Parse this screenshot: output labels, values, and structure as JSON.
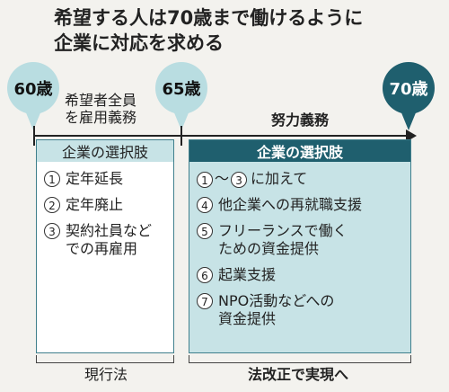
{
  "title": {
    "line1": "希望する人は70歳まで働けるように",
    "line2": "企業に対応を求める"
  },
  "milestones": {
    "age60": "60歳",
    "age65": "65歳",
    "age70": "70歳"
  },
  "phase1_note": {
    "line1": "希望者全員",
    "line2": "を雇用義務"
  },
  "phase2_note": "努力義務",
  "current_box": {
    "header": "企業の選択肢",
    "items": [
      {
        "num": "1",
        "lines": [
          "定年延長"
        ]
      },
      {
        "num": "2",
        "lines": [
          "定年廃止"
        ]
      },
      {
        "num": "3",
        "lines": [
          "契約社員など",
          "での再雇用"
        ]
      }
    ]
  },
  "future_box": {
    "header": "企業の選択肢",
    "first": {
      "from": "1",
      "sep": "〜",
      "to": "3",
      "text": "に加えて"
    },
    "items": [
      {
        "num": "4",
        "lines": [
          "他企業への再就職支援"
        ]
      },
      {
        "num": "5",
        "lines": [
          "フリーランスで働く",
          "ための資金提供"
        ]
      },
      {
        "num": "6",
        "lines": [
          "起業支援"
        ]
      },
      {
        "num": "7",
        "lines": [
          "NPO活動などへの",
          "資金提供"
        ]
      }
    ]
  },
  "footer": {
    "current": "現行法",
    "future": "法改正で実現へ"
  },
  "colors": {
    "light_teal": "#c7e3e6",
    "dark_teal": "#1f5f6e",
    "background": "#f3f2ee"
  }
}
